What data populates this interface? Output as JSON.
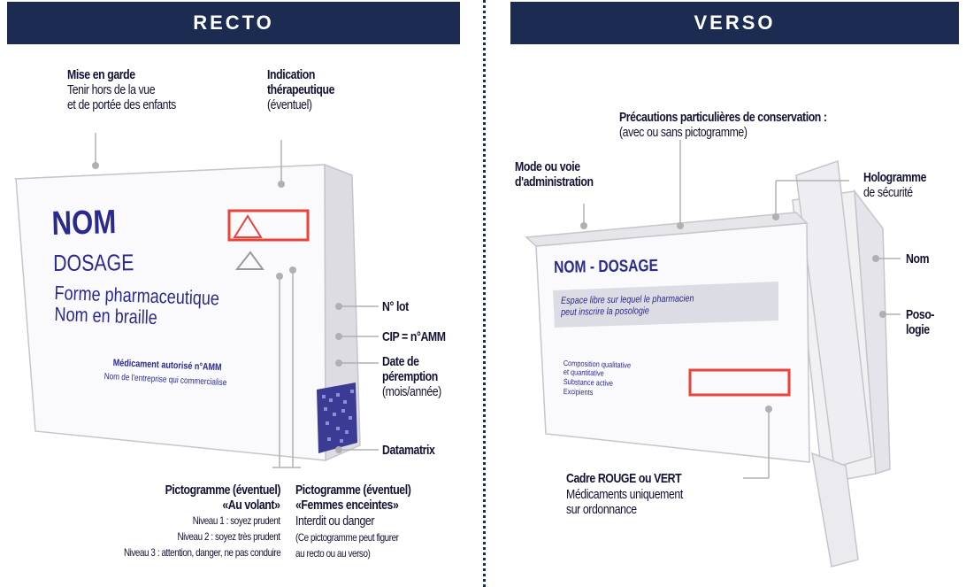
{
  "recto": {
    "header": "RECTO",
    "warning": {
      "title": "Mise en garde",
      "line1": "Tenir hors de la vue",
      "line2": "et de portée des enfants"
    },
    "indication": {
      "line1": "Indication",
      "line2": "thérapeutique",
      "line3": "(éventuel)"
    },
    "box": {
      "name": "NOM",
      "dosage": "DOSAGE",
      "form": "Forme pharmaceutique",
      "braille": "Nom en braille",
      "authorized": "Médicament autorisé n°AMM",
      "company": "Nom de l'entreprise qui commercialise"
    },
    "lot": "N° lot",
    "cip": "CIP = n°AMM",
    "expiry": {
      "line1": "Date de",
      "line2": "péremption",
      "line3": "(mois/année)"
    },
    "datamatrix": "Datamatrix",
    "picto_driving": {
      "title": "Pictogramme (éventuel)",
      "subtitle": "«Au volant»",
      "level1": "Niveau 1 : soyez prudent",
      "level2": "Niveau 2 : soyez très prudent",
      "level3": "Niveau 3 : attention, danger, ne pas conduire"
    },
    "picto_pregnant": {
      "title": "Pictogramme (éventuel)",
      "subtitle": "«Femmes enceintes»",
      "line1": "Interdit ou danger",
      "line2": "(Ce pictogramme peut figurer",
      "line3": "au recto ou au verso)"
    }
  },
  "verso": {
    "header": "VERSO",
    "conservation": {
      "line1": "Précautions particulières de conservation :",
      "line2": "(avec ou sans pictogramme)"
    },
    "route": {
      "line1": "Mode ou voie",
      "line2": "d'administration"
    },
    "hologram": {
      "line1": "Hologramme",
      "line2": "de sécurité"
    },
    "name_side": "Nom",
    "posology": {
      "line1": "Poso-",
      "line2": "logie"
    },
    "box": {
      "title": "NOM - DOSAGE",
      "free_space1": "Espace libre sur lequel le pharmacien",
      "free_space2": "peut inscrire la posologie",
      "comp1": "Composition qualitative",
      "comp2": "et quantitative",
      "comp3": "Substance active",
      "comp4": "Excipients"
    },
    "frame": {
      "line1": "Cadre ROUGE ou VERT",
      "line2": "Médicaments uniquement",
      "line3": "sur ordonnance"
    }
  },
  "colors": {
    "header_bg": "#1c2b52",
    "box_text": "#2a2a8e",
    "red_frame": "#e8443a",
    "callout": "#b0b0b0"
  }
}
